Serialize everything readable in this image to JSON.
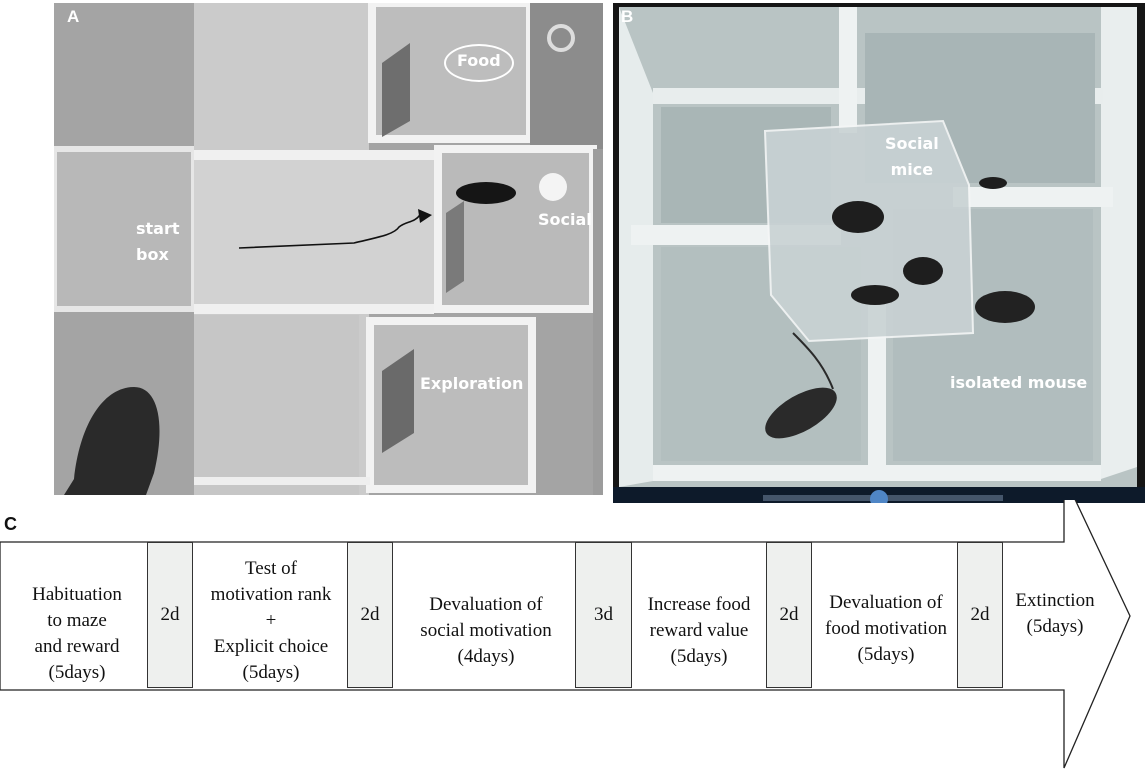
{
  "panel_a": {
    "letter": "A",
    "labels": {
      "food": "Food",
      "social": "Social",
      "start_box_line1": "start",
      "start_box_line2": "box",
      "exploration": "Exploration"
    }
  },
  "panel_b": {
    "letter": "B",
    "labels": {
      "social_mice_line1": "Social",
      "social_mice_line2": "mice",
      "isolated_mouse": "isolated mouse"
    }
  },
  "panel_c": {
    "letter": "C",
    "steps": [
      {
        "lines": [
          "Habituation",
          "to maze",
          "and reward",
          "(5days)"
        ]
      },
      {
        "lines": [
          "Test of",
          "motivation rank",
          "+",
          "Explicit choice",
          "(5days)"
        ]
      },
      {
        "lines": [
          "Devaluation of",
          "social motivation",
          "(4days)"
        ]
      },
      {
        "lines": [
          "Increase food",
          "reward value",
          "(5days)"
        ]
      },
      {
        "lines": [
          "Devaluation of",
          "food motivation",
          "(5days)"
        ]
      },
      {
        "lines": [
          "Extinction",
          "(5days)"
        ]
      }
    ],
    "gaps": [
      "2d",
      "2d",
      "3d",
      "2d",
      "2d"
    ]
  }
}
